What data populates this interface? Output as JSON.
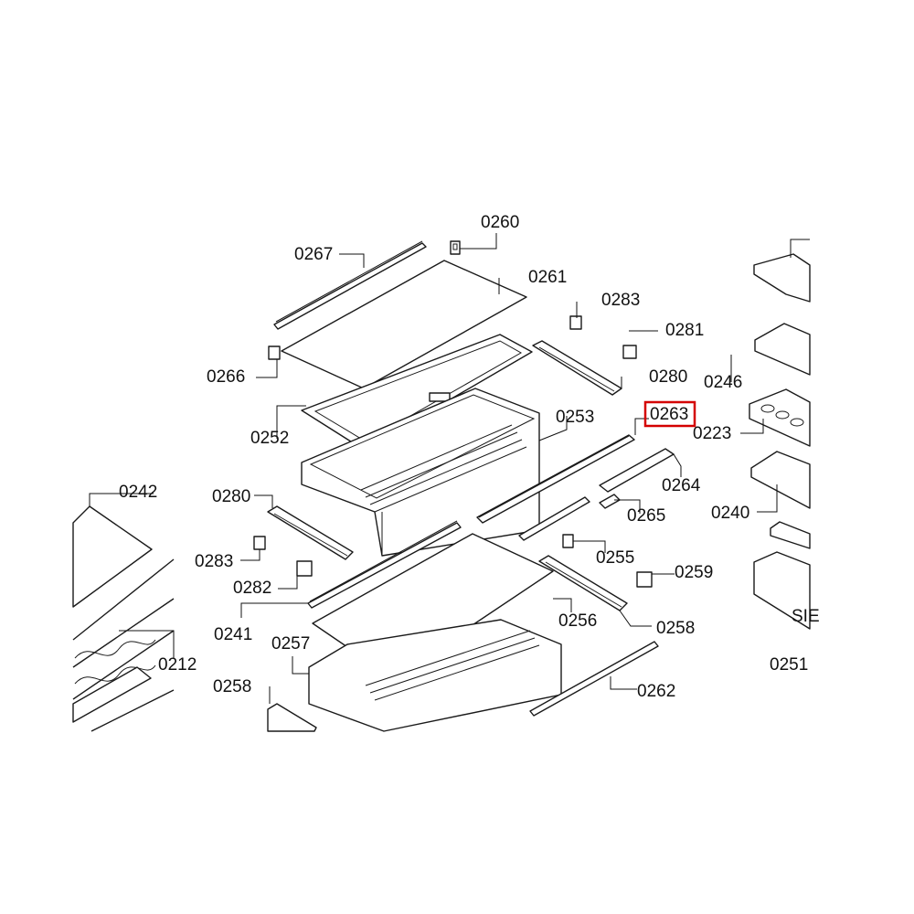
{
  "diagram": {
    "highlight_color": "#d40000",
    "highlighted_part": "0263",
    "parts": {
      "p0260": "0260",
      "p0267": "0267",
      "p0261": "0261",
      "p0283a": "0283",
      "p0281": "0281",
      "p0266": "0266",
      "p0280a": "0280",
      "p0246": "0246",
      "p0263": "0263",
      "p0253": "0253",
      "p0223": "0223",
      "p0252": "0252",
      "p0264": "0264",
      "p0242": "0242",
      "p0280b": "0280",
      "p0265": "0265",
      "p0240": "0240",
      "p0255": "0255",
      "p0283b": "0283",
      "p0259": "0259",
      "p0282": "0282",
      "p0256": "0256",
      "p0241": "0241",
      "p0258a": "0258",
      "p0212": "0212",
      "p0257": "0257",
      "p0251": "0251",
      "p0258b": "0258",
      "p0262": "0262"
    }
  }
}
